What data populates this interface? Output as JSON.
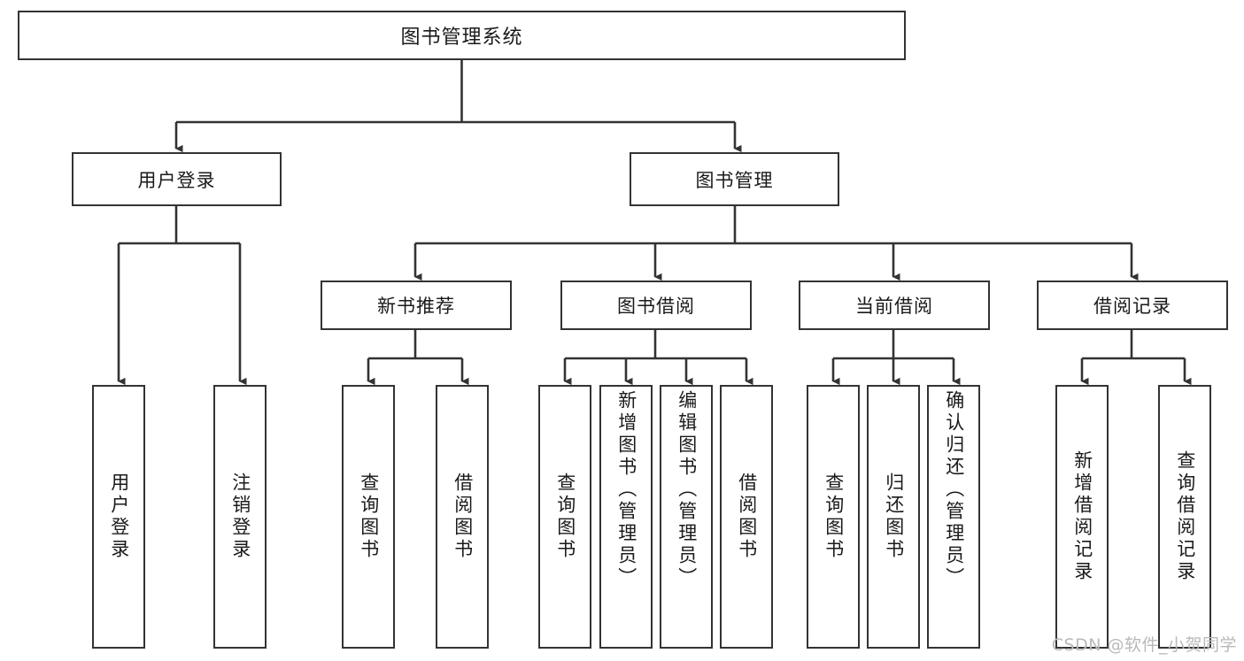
{
  "diagram": {
    "title": "图书管理系统",
    "type": "tree-hierarchy",
    "watermark": "CSDN @软件_小贺同学",
    "colors": {
      "box_border": "#333333",
      "box_fill": "#ffffff",
      "edge": "#333333",
      "text": "#1a1a1a",
      "watermark": "#b9b9b9"
    },
    "root": {
      "label": "图书管理系统"
    },
    "level1": [
      {
        "label": "用户登录"
      },
      {
        "label": "图书管理"
      }
    ],
    "level2": [
      {
        "label": "新书推荐"
      },
      {
        "label": "图书借阅"
      },
      {
        "label": "当前借阅"
      },
      {
        "label": "借阅记录"
      }
    ],
    "leaves": {
      "user_login": [
        {
          "label": "用户登录"
        },
        {
          "label": "注销登录"
        }
      ],
      "new_book_recommend": [
        {
          "label": "查询图书"
        },
        {
          "label": "借阅图书"
        }
      ],
      "book_borrow": [
        {
          "label": "查询图书"
        },
        {
          "label": "新增图书（管理员）"
        },
        {
          "label": "编辑图书（管理员）"
        },
        {
          "label": "借阅图书"
        }
      ],
      "current_borrow": [
        {
          "label": "查询图书"
        },
        {
          "label": "归还图书"
        },
        {
          "label": "确认归还（管理员）"
        }
      ],
      "borrow_record": [
        {
          "label": "新增借阅记录"
        },
        {
          "label": "查询借阅记录"
        }
      ]
    }
  }
}
